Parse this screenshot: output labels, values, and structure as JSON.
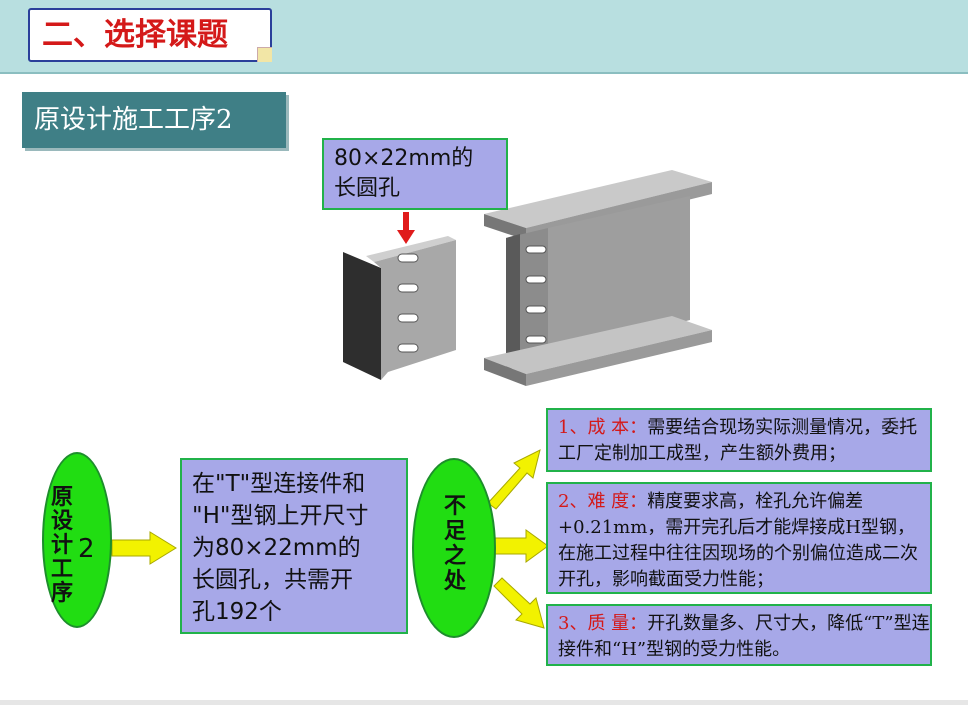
{
  "header": {
    "title": "二、选择课题"
  },
  "subheading": "原设计施工工序2",
  "diagram": {
    "slot_label_line1": "80×22mm的",
    "slot_label_line2": "长圆孔"
  },
  "flow": {
    "left_oval_text": "原设计工序",
    "left_oval_num": "2",
    "description_lines": [
      "在\"T\"型连接件和",
      "\"H\"型钢上开尺寸",
      "为80×22mm的",
      "长圆孔，共需开",
      "孔192个"
    ],
    "right_oval_text": "不足之处"
  },
  "issues": [
    {
      "heading": "1、成 本：",
      "text": "需要结合现场实际测量情况，委托工厂定制加工成型，产生额外费用；"
    },
    {
      "heading": "2、难 度：",
      "text": "精度要求高，栓孔允许偏差+0.21mm，需开完孔后才能焊接成H型钢，在施工过程中往往因现场的个别偏位造成二次开孔，影响截面受力性能；"
    },
    {
      "heading": "3、质 量：",
      "text": "开孔数量多、尺寸大，降低“T”型连接件和“H”型钢的受力性能。"
    }
  ],
  "colors": {
    "title_red": "#d41919",
    "box_fill": "#a7a8e8",
    "box_border": "#21b24a",
    "oval_green": "#21dd12",
    "arrow_yellow": "#f2f200"
  }
}
